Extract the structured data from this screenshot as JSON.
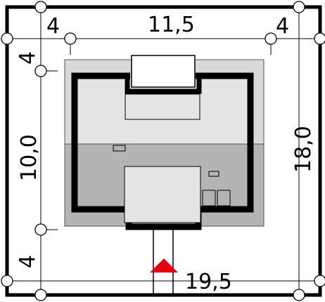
{
  "dimensions": {
    "setback_left": "4",
    "house_width": "11,5",
    "setback_right": "4",
    "setback_top": "4",
    "house_depth": "10,0",
    "setback_bottom": "4",
    "plot_depth": "18,0",
    "plot_width": "19,5"
  },
  "colors": {
    "plot_border": "#000000",
    "roof_overhang": "#d9d9d9",
    "light_floor": "#e4e4e4",
    "dark_floor": "#b4b4b4",
    "wall": "#000000",
    "entrance_marker": "#e8000e"
  },
  "icons": {
    "entrance": "red-triangle-entrance-icon",
    "dimension_node": "circle-node-icon"
  }
}
